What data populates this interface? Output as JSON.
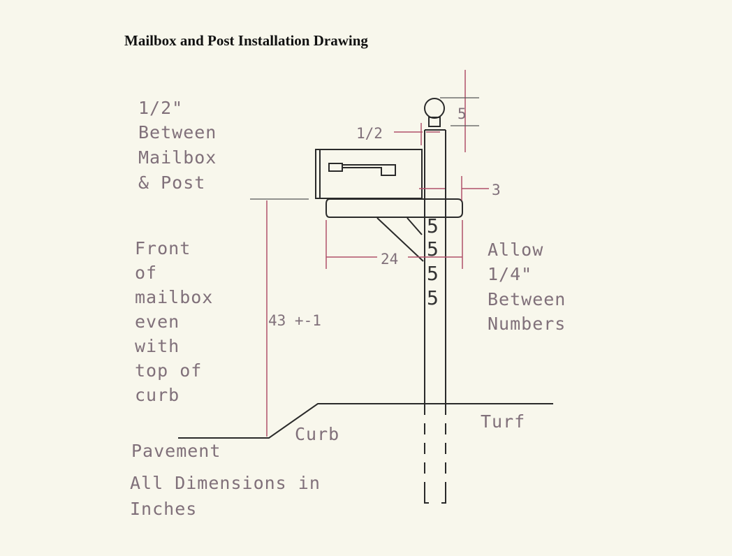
{
  "title": "Mailbox and Post Installation Drawing",
  "notes": {
    "gap_note": [
      "1/2\"",
      "Between",
      "Mailbox",
      "& Post"
    ],
    "front_note": [
      "Front",
      "of",
      "mailbox",
      "even",
      "with",
      "top of",
      "curb"
    ],
    "numbers_note": [
      "Allow",
      "1/4\"",
      "Between",
      "Numbers"
    ],
    "units_note": [
      "All Dimensions in",
      "Inches"
    ]
  },
  "dimensions": {
    "finial_height": "5",
    "gap": "1/2",
    "post_width": "3",
    "platform_width": "24",
    "height": "43 +-1"
  },
  "house_number_digits": [
    "5",
    "5",
    "5",
    "5"
  ],
  "ground_labels": {
    "curb": "Curb",
    "pavement": "Pavement",
    "turf": "Turf"
  }
}
